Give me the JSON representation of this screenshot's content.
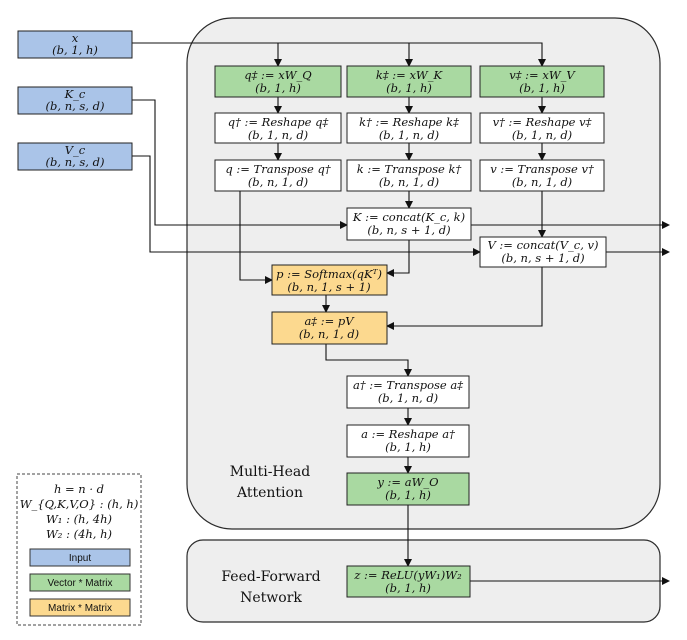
{
  "regions": {
    "attention": [
      "Multi-Head",
      "Attention"
    ],
    "ffn": [
      "Feed-Forward",
      "Network"
    ]
  },
  "inputs": {
    "x": [
      "x",
      "(b, 1, h)"
    ],
    "Kc": [
      "K_c",
      "(b, n, s, d)"
    ],
    "Vc": [
      "V_c",
      "(b, n, s, d)"
    ]
  },
  "nodes": {
    "q_proj": [
      "q‡ := xW_Q",
      "(b, 1, h)"
    ],
    "k_proj": [
      "k‡ := xW_K",
      "(b, 1, h)"
    ],
    "v_proj": [
      "v‡ := xW_V",
      "(b, 1, h)"
    ],
    "q_reshape": [
      "q† := Reshape q‡",
      "(b, 1, n, d)"
    ],
    "k_reshape": [
      "k† := Reshape k‡",
      "(b, 1, n, d)"
    ],
    "v_reshape": [
      "v† := Reshape v‡",
      "(b, 1, n, d)"
    ],
    "q_transpose": [
      "q := Transpose q†",
      "(b, n, 1, d)"
    ],
    "k_transpose": [
      "k := Transpose k†",
      "(b, n, 1, d)"
    ],
    "v_transpose": [
      "v := Transpose v†",
      "(b, n, 1, d)"
    ],
    "k_concat": [
      "K := concat(K_c, k)",
      "(b, n, s + 1, d)"
    ],
    "v_concat": [
      "V := concat(V_c, v)",
      "(b, n, s + 1, d)"
    ],
    "softmax": [
      "p := Softmax(qKᵀ)",
      "(b, n, 1, s + 1)"
    ],
    "pv": [
      "a‡ := pV",
      "(b, n, 1, d)"
    ],
    "a_transpose": [
      "a† := Transpose a‡",
      "(b, 1, n, d)"
    ],
    "a_reshape": [
      "a := Reshape a†",
      "(b, 1, h)"
    ],
    "out_proj": [
      "y := aW_O",
      "(b, 1, h)"
    ],
    "ffn": [
      "z := ReLU(yW₁)W₂",
      "(b, 1, h)"
    ]
  },
  "legend": {
    "defs": [
      "h = n · d",
      "W_{Q,K,V,O} : (h, h)",
      "W₁ : (h, 4h)",
      "W₂ : (4h, h)"
    ],
    "items": [
      {
        "label": "Input",
        "color": "#aac4e8"
      },
      {
        "label": "Vector * Matrix",
        "color": "#a9d9a1"
      },
      {
        "label": "Matrix * Matrix",
        "color": "#fcd98f"
      }
    ]
  }
}
